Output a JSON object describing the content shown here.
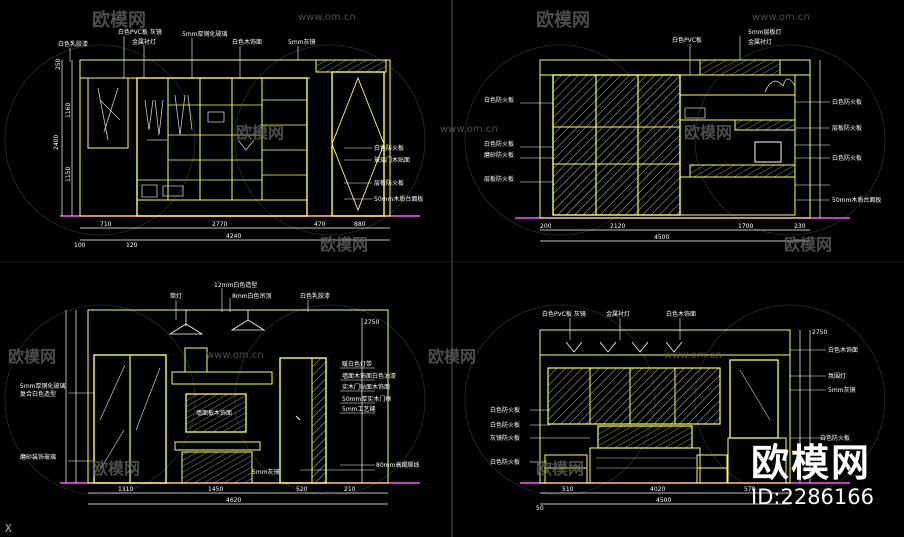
{
  "watermark": {
    "brand": "欧模网",
    "url": "www.om.cn"
  },
  "brand_badge": {
    "name": "欧模网",
    "id": "ID:2286166"
  },
  "axis_mark": "X",
  "colors": {
    "background": "#000000",
    "line": "#ffff55",
    "dim": "#ffffff",
    "ann": "#ffffff",
    "cyan": "#55ffff",
    "magenta": "#ff55ff",
    "hatch": "#bbbbbb"
  },
  "panels": {
    "tl": {
      "top_labels": [
        "白色乳胶漆",
        "白色PVC板 灰镜",
        "金属衬灯",
        "5mm厚钢化玻璃",
        "白色木饰面",
        "5mm灰镜"
      ],
      "right_labels": [
        "白色防火板",
        "玻璃门木贴面",
        "层板防火板",
        "50mm木质台面板"
      ],
      "left_dims": [
        "250",
        "1160",
        "1150",
        "2400"
      ],
      "bottom_dims": [
        "100",
        "710",
        "120",
        "2770",
        "470",
        "880"
      ],
      "total": "4240"
    },
    "tr": {
      "left_labels": [
        "白色防火板",
        "白色防火板",
        "磨砂防火板",
        "层板防火板"
      ],
      "right_labels": [
        "5mm层板灯",
        "金属衬灯",
        "白色防火板",
        "层板防火板",
        "白色防火板",
        "50mm木质台面板"
      ],
      "top_label": "白色PVC板",
      "bottom_dims": [
        "200",
        "2120",
        "1700",
        "230"
      ],
      "total": "4500"
    },
    "bl": {
      "top_labels": [
        "筒灯",
        "12mm白色造型",
        "8mm白色吊顶",
        "白色乳胶漆"
      ],
      "left_labels": [
        "5mm厚钢化玻璃",
        "复合白色造型",
        "磨砂装饰玻璃"
      ],
      "right_labels": [
        "暖白色灯带",
        "墙面木饰面白色油漆",
        "实木门贴面木饰面",
        "50mm厚实木门框",
        "5mm工艺缝",
        "5mm灰镜",
        "80mm高踢脚线"
      ],
      "tv_label": "墙面板木饰面",
      "dims_top": "2750",
      "bottom_dims": [
        "1310",
        "1450",
        "520",
        "210"
      ],
      "total": "4620"
    },
    "br": {
      "top_labels": [
        "白色PVC板 灰镜",
        "金属衬灯",
        "白色木饰面"
      ],
      "left_labels": [
        "白色防火板",
        "白色防火板",
        "灰镜防火板",
        "白色防火板"
      ],
      "right_labels": [
        "白色木饰面",
        "氛围灯",
        "5mm灰镜",
        "白色防火板"
      ],
      "dims_top": "2750",
      "bottom_dims": [
        "50",
        "510",
        "4020",
        "570"
      ],
      "total": "4500"
    }
  }
}
